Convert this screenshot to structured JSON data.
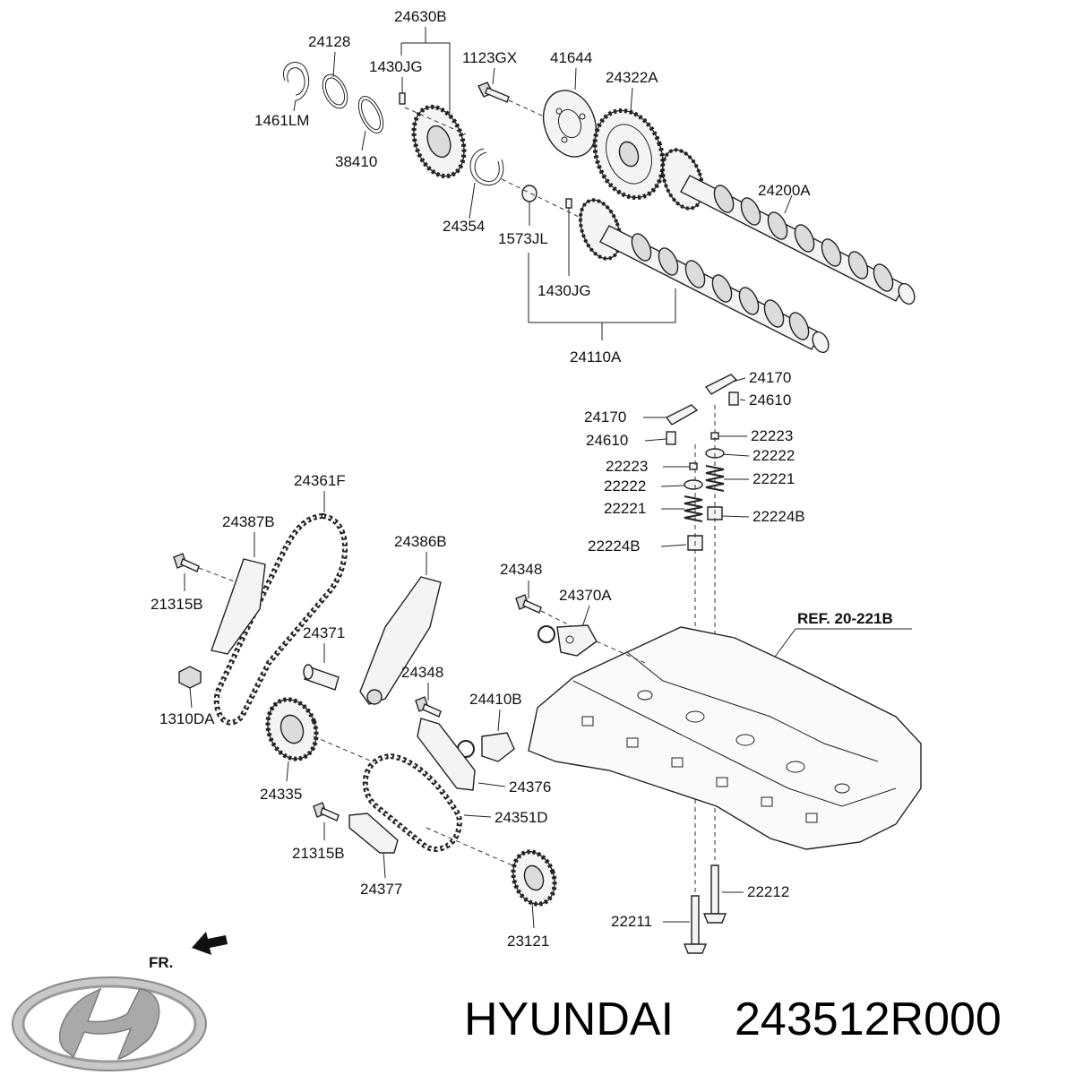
{
  "labels": {
    "l24630B": "24630B",
    "l24128": "24128",
    "l1430JG_a": "1430JG",
    "l1123GX": "1123GX",
    "l41644": "41644",
    "l24322A": "24322A",
    "l1461LM": "1461LM",
    "l38410": "38410",
    "l24354": "24354",
    "l1573JL": "1573JL",
    "l24200A": "24200A",
    "l1430JG_b": "1430JG",
    "l24110A": "24110A",
    "l24170_a": "24170",
    "l24610_a": "24610",
    "l24170_b": "24170",
    "l24610_b": "24610",
    "l22223_a": "22223",
    "l22223_b": "22223",
    "l22222_a": "22222",
    "l22222_b": "22222",
    "l22221_a": "22221",
    "l22221_b": "22221",
    "l22224B_a": "22224B",
    "l22224B_b": "22224B",
    "l24361F": "24361F",
    "l24387B": "24387B",
    "l24386B": "24386B",
    "l24348_a": "24348",
    "l21315B_a": "21315B",
    "l24370A": "24370A",
    "lREF": "REF. 20-221B",
    "l24371": "24371",
    "l24348_b": "24348",
    "l24410B": "24410B",
    "l1310DA": "1310DA",
    "l24376": "24376",
    "l24335": "24335",
    "l24351D": "24351D",
    "l21315B_b": "21315B",
    "l24377": "24377",
    "l22212": "22212",
    "l22211": "22211",
    "l23121": "23121",
    "lFR": "FR."
  },
  "brand": {
    "name": "HYUNDAI",
    "part_number": "243512R000"
  },
  "icons": {
    "logo": "hyundai-logo-icon",
    "direction": "front-direction-arrow-icon"
  }
}
